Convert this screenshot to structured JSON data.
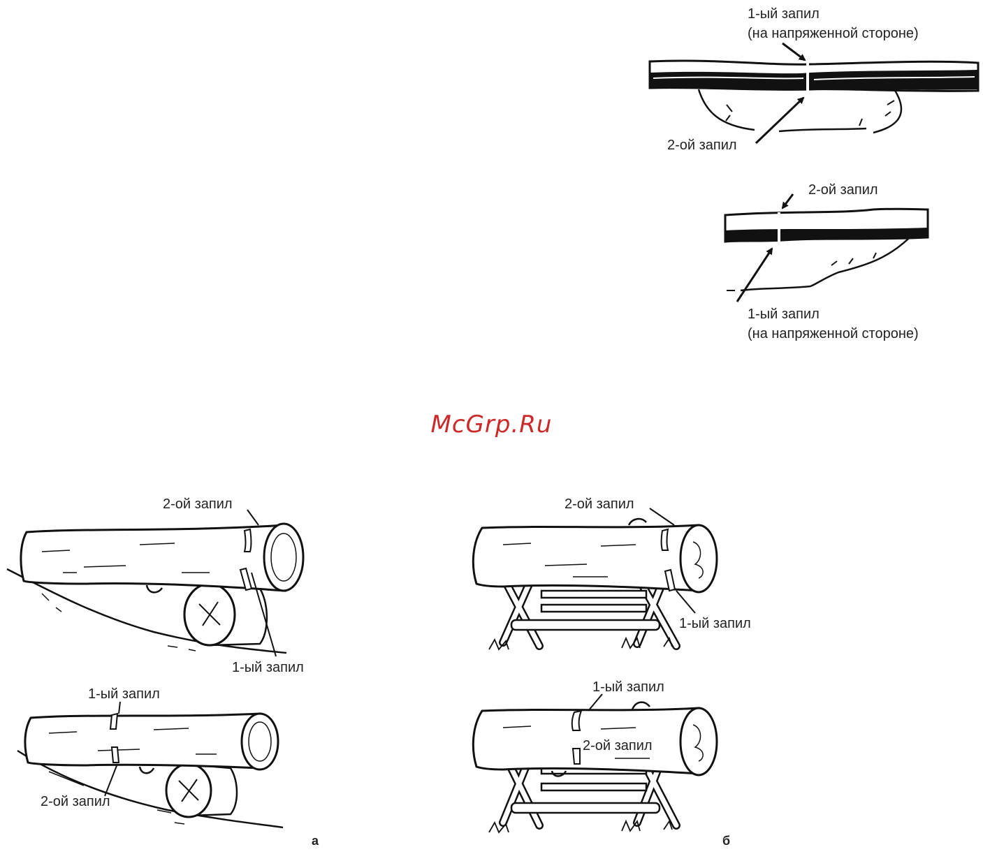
{
  "watermark": {
    "text": "McGrp.Ru",
    "color": "#cc2a2a"
  },
  "top_diagram_1": {
    "label_first": "1-ый запил",
    "label_first_note": "(на напряженной стороне)",
    "label_second": "2-ой запил"
  },
  "top_diagram_2": {
    "label_second": "2-ой запил",
    "label_first": "1-ый запил",
    "label_first_note": "(на напряженной стороне)"
  },
  "panel_a": {
    "caption": "а",
    "upper": {
      "label_second": "2-ой запил",
      "label_first": "1-ый запил"
    },
    "lower": {
      "label_first": "1-ый запил",
      "label_second": "2-ой запил"
    }
  },
  "panel_b": {
    "caption": "б",
    "upper": {
      "label_second": "2-ой запил",
      "label_first": "1-ый запил"
    },
    "lower": {
      "label_first": "1-ый запил",
      "label_second": "2-ой запил"
    }
  }
}
